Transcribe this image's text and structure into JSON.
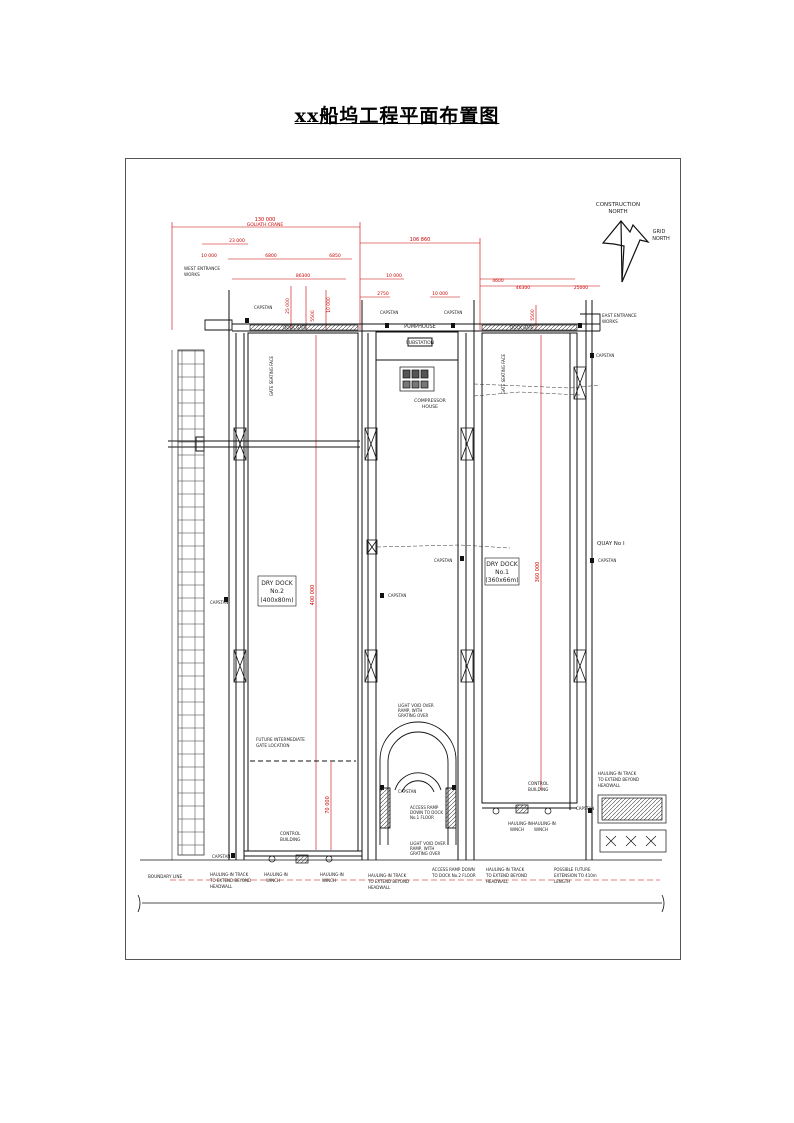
{
  "title": "xx船坞工程平面布置图",
  "north": {
    "construction": [
      "CONSTRUCTION",
      "NORTH"
    ],
    "grid": [
      "GRID",
      "NORTH"
    ]
  },
  "dims": {
    "d130": "130 000",
    "gantry": "GOLIATH CRANE",
    "d106": "106 860",
    "d10a": "10 000",
    "d23": "23 000",
    "d6800": "6800",
    "d6850": "6850",
    "d86": "86300",
    "d10b": "10 000",
    "d4600": "4600",
    "d46": "46300",
    "d25000": "25000",
    "d10c": "10 000",
    "d2750": "2750",
    "d25v": "25 000",
    "d10v": "10 000",
    "d5500": "5500",
    "d400": "400 000",
    "d70": "70 000",
    "d360": "360 000",
    "d5500b": "5500"
  },
  "labels": {
    "west_entrance": [
      "WEST ENTRANCE",
      "WORKS"
    ],
    "east_entrance": [
      "EAST ENTRANCE",
      "WORKS"
    ],
    "capstan": "CAPSTAN",
    "pumphouse": "PUMPHOUSE",
    "substation": "SUBSTATION",
    "compressor": [
      "COMPRESSOR",
      "HOUSE"
    ],
    "dock_gate_w": "DOCK GATE",
    "dock_gate_e": "DOCK GATE",
    "gate_seating_w": "GATE SEATING FACE",
    "gate_seating_e": "GATE SEATING FACE",
    "dock2": [
      "DRY DOCK",
      "No.2",
      "(400x80m)"
    ],
    "dock1": [
      "DRY DOCK",
      "No.1",
      "(360x66m)"
    ],
    "quay": "QUAY No I",
    "future_gate": [
      "FUTURE INTERMEDIATE",
      "GATE LOCATION"
    ],
    "light_void_top": [
      "LIGHT VOID OVER",
      "RAMP, WITH",
      "GRATING OVER"
    ],
    "access_ramp": [
      "ACCESS RAMP",
      "DOWN TO DOCK",
      "No.1 FLOOR"
    ],
    "light_void_bot": [
      "LIGHT VOID OVER",
      "RAMP, WITH",
      "GRATING OVER"
    ],
    "control_w": [
      "CONTROL",
      "BUILDING"
    ],
    "control_e": [
      "CONTROL",
      "BUILDING"
    ],
    "boundary": "BOUNDARY LINE",
    "hauling_w": [
      "HAULING-IN TRACK",
      "TO EXTEND BEYOND",
      "HEADWALL"
    ],
    "winch_w1": [
      "HAULING-IN",
      "WINCH"
    ],
    "winch_w2": [
      "HAULING-IN",
      "WINCH"
    ],
    "hauling_mid": [
      "HAULING-IN TRACK",
      "TO EXTEND BEYOND",
      "HEADWALL"
    ],
    "access_ramp2": [
      "ACCESS RAMP DOWN",
      "TO DOCK No.2 FLOOR"
    ],
    "hauling_e": [
      "HAULING-IN TRACK",
      "TO EXTEND BEYOND",
      "HEADWALL"
    ],
    "winch_e1": [
      "HAULING-IN",
      "WINCH"
    ],
    "winch_e2": [
      "HAULING-IN",
      "WINCH"
    ],
    "future_ext": [
      "POSSIBLE FUTURE",
      "EXTENSION TO 410m",
      "LENGTH"
    ],
    "hauling_far": [
      "HAULING-IN TRACK",
      "TO EXTEND BEYOND",
      "HEADWALL"
    ]
  },
  "colors": {
    "line": "#1a1a1a",
    "dim": "#c00000",
    "ink": "#222222"
  }
}
